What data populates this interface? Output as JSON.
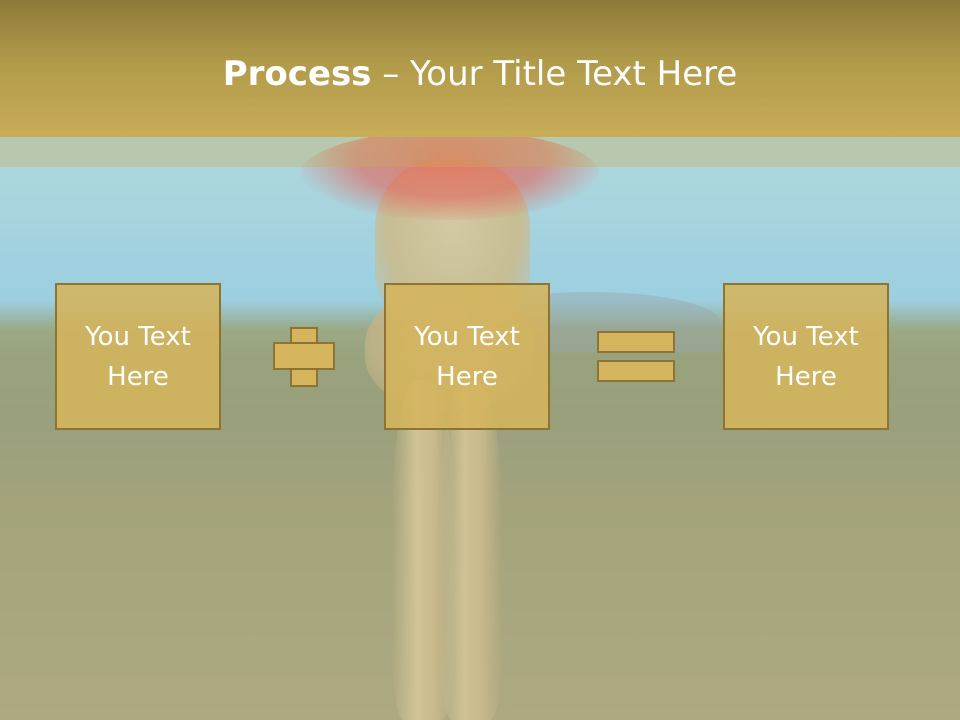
{
  "slide": {
    "title_bold": "Process",
    "title_rest": " – Your Title Text Here",
    "boxes": [
      {
        "text": "You Text Here"
      },
      {
        "text": "You Text Here"
      },
      {
        "text": "You Text Here"
      }
    ],
    "operators": [
      "plus-icon",
      "equals-icon"
    ]
  },
  "colors": {
    "banner": "#c9ad57",
    "box_fill": "#d4b45c",
    "box_border": "#8e7432",
    "text": "#ffffff"
  }
}
